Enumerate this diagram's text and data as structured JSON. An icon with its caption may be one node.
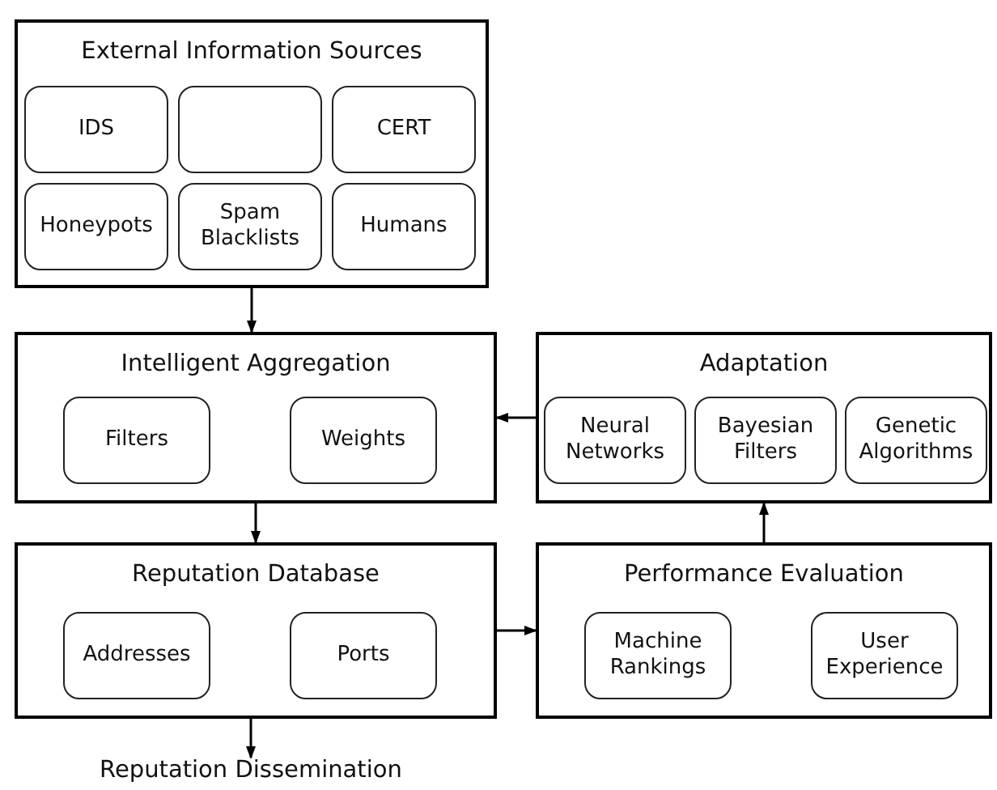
{
  "diagram": {
    "nodes": [
      {
        "text": [
          "External Information Sources"
        ]
      },
      {
        "text": [
          "IDS"
        ],
        "in": 0
      },
      {
        "text": [],
        "shape": "box",
        "in": 0
      },
      {
        "text": [
          "CERT"
        ],
        "in": 0
      },
      {
        "text": [
          "Honeypots"
        ],
        "in": 0
      },
      {
        "text": [
          "Spam Blacklists"
        ],
        "in": 0
      },
      {
        "text": [
          "Humans"
        ],
        "in": 0
      },
      {
        "text": [
          "Intelligent Aggregation"
        ]
      },
      {
        "text": [
          "Filters"
        ],
        "in": 7
      },
      {
        "text": [
          "Weights"
        ],
        "in": 7
      },
      {
        "text": [
          "Adaptation"
        ]
      },
      {
        "text": [
          "Neural Networks"
        ],
        "in": 10
      },
      {
        "text": [
          "Bayesian Filters"
        ],
        "in": 10
      },
      {
        "text": [
          "Genetic Algorithms"
        ],
        "in": 10
      },
      {
        "text": [
          "Reputation Database"
        ]
      },
      {
        "text": [
          "Addresses"
        ],
        "in": 14
      },
      {
        "text": [
          "Ports"
        ],
        "in": 14
      },
      {
        "text": [
          "Performance Evaluation"
        ]
      },
      {
        "text": [
          "Machine Rankings"
        ],
        "in": 17
      },
      {
        "text": [
          "User Experience"
        ],
        "in": 17
      },
      {
        "text": [
          "Reputation Dissemination"
        ]
      }
    ],
    "edges": [
      {
        "from": 0,
        "to": 7,
        "arrow": "to"
      },
      {
        "from": 10,
        "to": 7,
        "arrow": "to"
      },
      {
        "from": 7,
        "to": 14,
        "arrow": "to"
      },
      {
        "from": 14,
        "to": 17,
        "arrow": "to"
      },
      {
        "from": 17,
        "to": 10,
        "arrow": "to"
      },
      {
        "from": 14,
        "to": 20,
        "arrow": "to"
      }
    ]
  }
}
